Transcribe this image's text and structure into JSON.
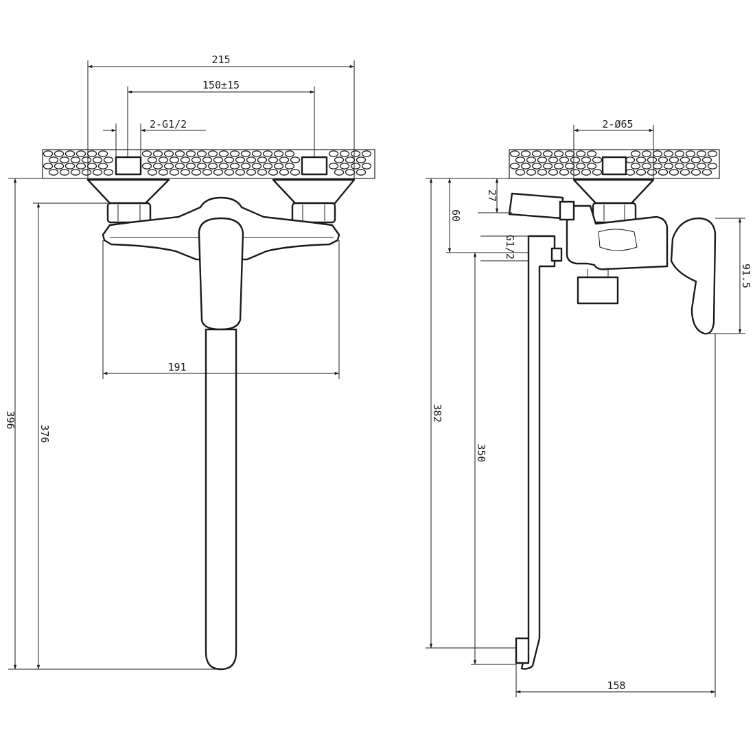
{
  "front_view": {
    "dim_overall_width": "215",
    "dim_inlet_spacing": "150±15",
    "dim_inlet_thread": "2-G1/2",
    "dim_body_width": "191",
    "dim_total_height": "396",
    "dim_spout_height": "376"
  },
  "side_view": {
    "dim_flange_diameter": "2-Ø65",
    "dim_offset_27": "27",
    "dim_offset_60": "60",
    "dim_outlet_thread": "G1/2",
    "dim_handle_height": "91.5",
    "dim_total_height": "382",
    "dim_spout_height": "350",
    "dim_projection": "158"
  },
  "colors": {
    "line": "#1a1a1a",
    "background": "#ffffff"
  }
}
